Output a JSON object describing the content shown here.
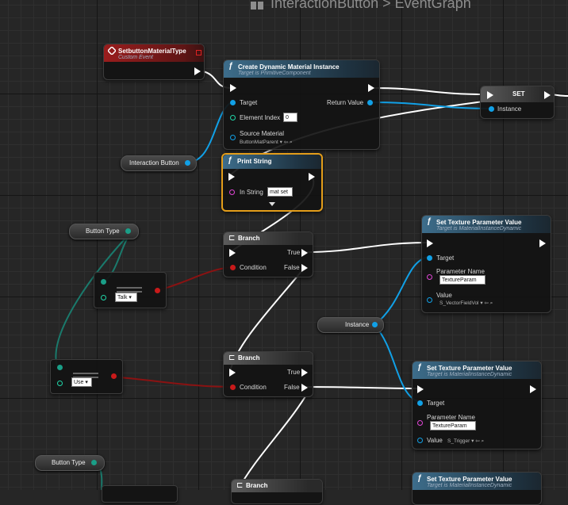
{
  "breadcrumb": {
    "asset": "InteractionButton",
    "separator": ">",
    "graph": "EventGraph"
  },
  "nodes": {
    "custom_event": {
      "title": "SetbuttonMaterialType",
      "subtitle": "Custom Event"
    },
    "create_dmi": {
      "title": "Create Dynamic Material Instance",
      "subtitle": "Target is PrimitiveComponent",
      "target": "Target",
      "return_value": "Return Value",
      "element_index": "Element Index",
      "element_index_value": "0",
      "source_material": "Source Material",
      "source_material_value": "ButtonMatParent"
    },
    "set": {
      "title": "SET",
      "instance": "Instance"
    },
    "interaction_button": {
      "label": "Interaction Button"
    },
    "print_string": {
      "title": "Print String",
      "in_string": "In String",
      "in_string_value": "mat set"
    },
    "button_type_1": {
      "label": "Button Type"
    },
    "button_type_2": {
      "label": "Button Type"
    },
    "branch_1": {
      "title": "Branch",
      "true": "True",
      "false": "False",
      "condition": "Condition"
    },
    "branch_2": {
      "title": "Branch",
      "true": "True",
      "false": "False",
      "condition": "Condition"
    },
    "branch_3": {
      "title": "Branch"
    },
    "equal_1": {
      "value": "Talk"
    },
    "equal_2": {
      "value": "Use"
    },
    "instance_var": {
      "label": "Instance"
    },
    "set_tex_1": {
      "title": "Set Texture Parameter Value",
      "subtitle": "Target is MaterialInstanceDynamic",
      "target": "Target",
      "param_name": "Parameter Name",
      "param_value": "TextureParam",
      "value": "Value",
      "value_value": "S_VectorFieldVol"
    },
    "set_tex_2": {
      "title": "Set Texture Parameter Value",
      "subtitle": "Target is MaterialInstanceDynamic",
      "target": "Target",
      "param_name": "Parameter Name",
      "param_value": "TextureParam",
      "value": "Value",
      "value_value": "S_Trigger"
    },
    "set_tex_3": {
      "title": "Set Texture Parameter Value",
      "subtitle": "Target is MaterialInstanceDynamic"
    }
  },
  "colors": {
    "exec": "#ffffff",
    "object": "#11a0e6",
    "enum": "#20d6a8",
    "bool": "#c81a1a",
    "string": "#e046d6",
    "selection": "#e39d1a"
  }
}
